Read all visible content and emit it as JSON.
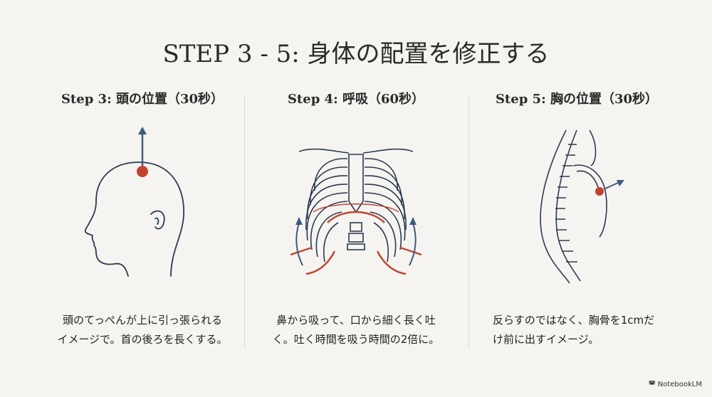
{
  "title": "STEP 3 - 5: 身体の配置を修正する",
  "steps": [
    {
      "heading": "Step 3: 頭の位置（30秒）",
      "lines": [
        "頭のてっぺんが上に引っ張られる",
        "イメージで。首の後ろを長くする。"
      ]
    },
    {
      "heading": "Step 4: 呼吸（60秒）",
      "lines": [
        "鼻から吸って、口から細く長く吐",
        "く。吐く時間を吸う時間の2倍に。"
      ]
    },
    {
      "heading": "Step 5: 胸の位置（30秒）",
      "lines": [
        "反らすのではなく、胸骨を1cmだ",
        "け前に出すイメージ。"
      ]
    }
  ],
  "brand": "NotebookLM",
  "colors": {
    "line": "#2b3a52",
    "accent": "#c0442f",
    "arrow": "#3d5a80",
    "background": "#f5f4f0"
  }
}
